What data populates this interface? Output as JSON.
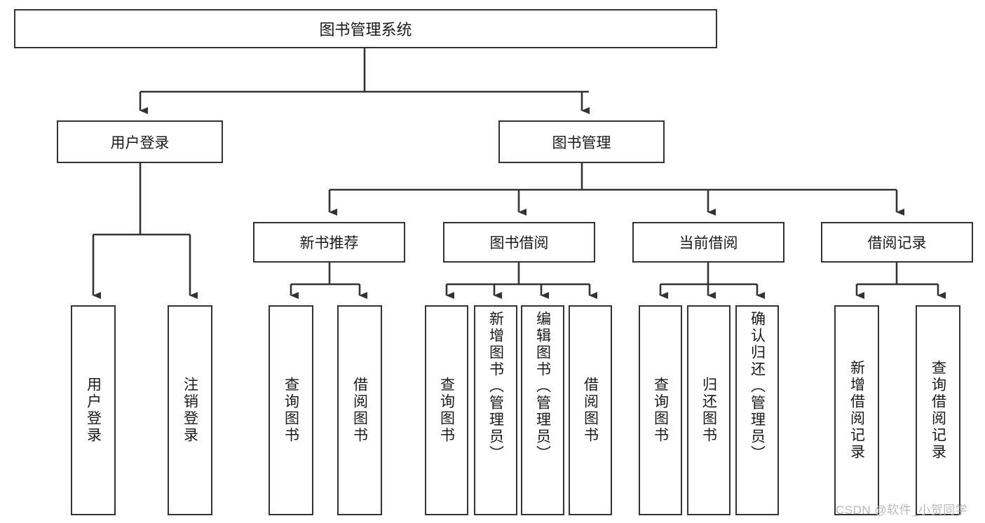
{
  "diagram": {
    "title": "图书管理系统",
    "type": "tree-hierarchy-diagram",
    "root": {
      "label": "图书管理系统"
    },
    "level1": [
      {
        "label": "用户登录"
      },
      {
        "label": "图书管理"
      }
    ],
    "level2": [
      {
        "label": "新书推荐"
      },
      {
        "label": "图书借阅"
      },
      {
        "label": "当前借阅"
      },
      {
        "label": "借阅记录"
      }
    ],
    "leaves": {
      "user_login": [
        {
          "label": "用户登录"
        },
        {
          "label": "注销登录"
        }
      ],
      "new_book_recommend": [
        {
          "label": "查询图书"
        },
        {
          "label": "借阅图书"
        }
      ],
      "book_borrow": [
        {
          "label": "查询图书"
        },
        {
          "label": "新增图书（管理员）"
        },
        {
          "label": "编辑图书（管理员）"
        },
        {
          "label": "借阅图书"
        }
      ],
      "current_borrow": [
        {
          "label": "查询图书"
        },
        {
          "label": "归还图书"
        },
        {
          "label": "确认归还（管理员）"
        }
      ],
      "borrow_record": [
        {
          "label": "新增借阅记录"
        },
        {
          "label": "查询借阅记录"
        }
      ]
    },
    "watermark": "CSDN @软件_小贺同学",
    "colors": {
      "stroke": "#333333",
      "fill": "#ffffff",
      "text": "#1a1a1a",
      "watermark": "#b9b9b9"
    }
  }
}
